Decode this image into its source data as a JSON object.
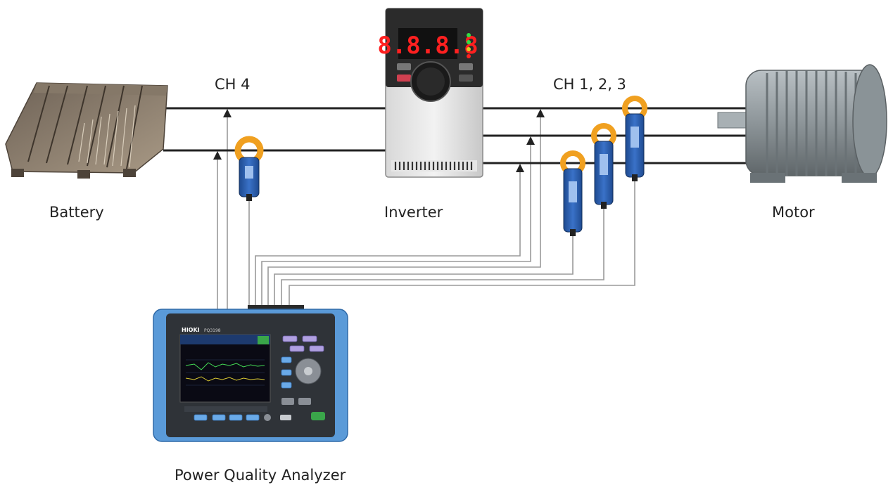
{
  "labels": {
    "ch4": "CH 4",
    "ch123": "CH 1, 2, 3",
    "battery": "Battery",
    "inverter": "Inverter",
    "motor": "Motor",
    "analyzer": "Power Quality Analyzer"
  },
  "inverter_display": "8.8.8.8",
  "analyzer_brand": "HIOKI",
  "analyzer_model": "PQ3198",
  "colors": {
    "bus_line": "#222222",
    "signal_wire": "#9a9a9a",
    "clamp_jaw": "#f0a020",
    "clamp_body": "#2a5fb0",
    "display_red": "#ff2020",
    "analyzer_frame": "#5a9ad8"
  }
}
